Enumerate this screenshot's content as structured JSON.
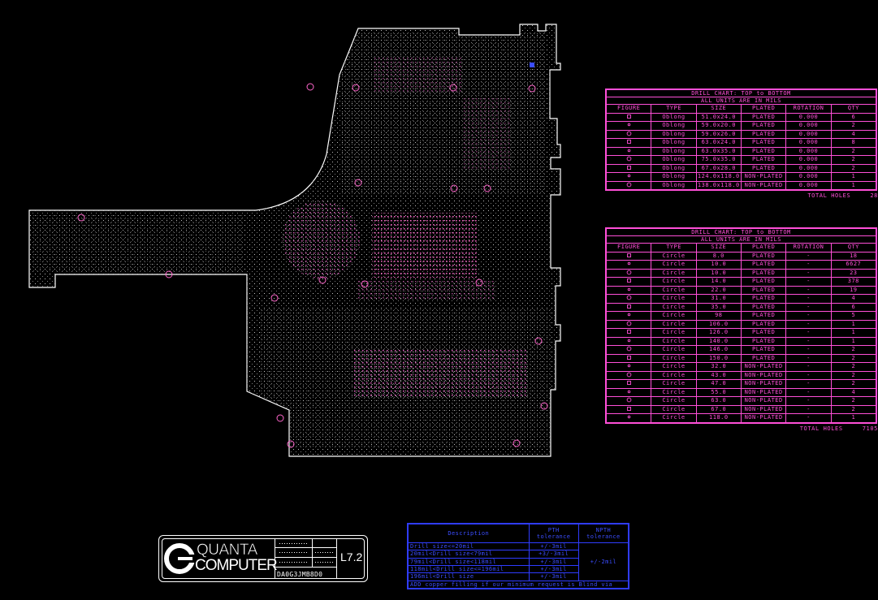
{
  "drill_chart_top": {
    "title": "DRILL CHART: TOP to BOTTOM",
    "subtitle": "ALL UNITS ARE IN MILS",
    "headers": [
      "FIGURE",
      "TYPE",
      "SIZE",
      "PLATED",
      "ROTATION",
      "QTY"
    ],
    "rows": [
      [
        "Oblong",
        "51.0x24.0",
        "PLATED",
        "0.000",
        "6"
      ],
      [
        "Oblong",
        "59.0x20.0",
        "PLATED",
        "0.000",
        "2"
      ],
      [
        "Oblong",
        "59.0x26.0",
        "PLATED",
        "0.000",
        "4"
      ],
      [
        "Oblong",
        "63.0x24.0",
        "PLATED",
        "0.000",
        "8"
      ],
      [
        "Oblong",
        "63.0x35.0",
        "PLATED",
        "0.000",
        "2"
      ],
      [
        "Oblong",
        "75.0x35.0",
        "PLATED",
        "0.000",
        "2"
      ],
      [
        "Oblong",
        "67.0x28.0",
        "PLATED",
        "0.000",
        "2"
      ],
      [
        "Oblong",
        "124.0x118.0",
        "NON-PLATED",
        "0.000",
        "1"
      ],
      [
        "Oblong",
        "138.0x118.0",
        "NON-PLATED",
        "0.000",
        "1"
      ]
    ],
    "total_label": "TOTAL HOLES",
    "total_value": "28"
  },
  "drill_chart_bottom": {
    "title": "DRILL CHART: TOP to BOTTOM",
    "subtitle": "ALL UNITS ARE IN MILS",
    "headers": [
      "FIGURE",
      "TYPE",
      "SIZE",
      "PLATED",
      "ROTATION",
      "QTY"
    ],
    "rows": [
      [
        "Circle",
        "8.0",
        "PLATED",
        "-",
        "18"
      ],
      [
        "Circle",
        "10.0",
        "PLATED",
        "-",
        "6627"
      ],
      [
        "Circle",
        "10.0",
        "PLATED",
        "-",
        "23"
      ],
      [
        "Circle",
        "14.0",
        "PLATED",
        "-",
        "378"
      ],
      [
        "Circle",
        "22.0",
        "PLATED",
        "-",
        "19"
      ],
      [
        "Circle",
        "31.0",
        "PLATED",
        "-",
        "4"
      ],
      [
        "Circle",
        "35.0",
        "PLATED",
        "-",
        "6"
      ],
      [
        "Circle",
        "98",
        "PLATED",
        "-",
        "5"
      ],
      [
        "Circle",
        "106.0",
        "PLATED",
        "-",
        "1"
      ],
      [
        "Circle",
        "126.0",
        "PLATED",
        "-",
        "1"
      ],
      [
        "Circle",
        "140.0",
        "PLATED",
        "-",
        "1"
      ],
      [
        "Circle",
        "146.0",
        "PLATED",
        "-",
        "2"
      ],
      [
        "Circle",
        "150.0",
        "PLATED",
        "-",
        "2"
      ],
      [
        "Circle",
        "32.0",
        "NON-PLATED",
        "-",
        "2"
      ],
      [
        "Circle",
        "43.0",
        "NON-PLATED",
        "-",
        "2"
      ],
      [
        "Circle",
        "47.0",
        "NON-PLATED",
        "-",
        "2"
      ],
      [
        "Circle",
        "55.0",
        "NON-PLATED",
        "-",
        "4"
      ],
      [
        "Circle",
        "63.0",
        "NON-PLATED",
        "-",
        "2"
      ],
      [
        "Circle",
        "67.0",
        "NON-PLATED",
        "-",
        "2"
      ],
      [
        "Circle",
        "118.0",
        "NON-PLATED",
        "-",
        "1"
      ]
    ],
    "total_label": "TOTAL HOLES",
    "total_value": "7105"
  },
  "title_block": {
    "brand_line1": "QUANTA",
    "brand_line2": "COMPUTER",
    "revision": "L7.2",
    "part_number": "DA0G3JMB8D0"
  },
  "tolerance_table": {
    "headers": [
      "Description",
      "PTH tolerance",
      "NPTH tolerance"
    ],
    "rows": [
      [
        "Drill size<=20mil",
        "+/-3mil",
        ""
      ],
      [
        "20mil<Drill size<79mil",
        "+3/-3mil",
        ""
      ],
      [
        "79mil<Drill size<118mil",
        "+/-3mil",
        "+/-2mil"
      ],
      [
        "118mil<Drill size<=196mil",
        "+/-3mil",
        ""
      ],
      [
        "196mil<Drill size",
        "+/-3mil",
        ""
      ]
    ],
    "note": "ADD copper filling if our minimum request is Blind via"
  },
  "colors": {
    "background": "#000000",
    "drill_chart": "#ff4fd8",
    "tolerance": "#2f3cff",
    "board_outline": "#ffffff",
    "board_dots": "#c8c8c8",
    "pads": "#ff66cc"
  }
}
